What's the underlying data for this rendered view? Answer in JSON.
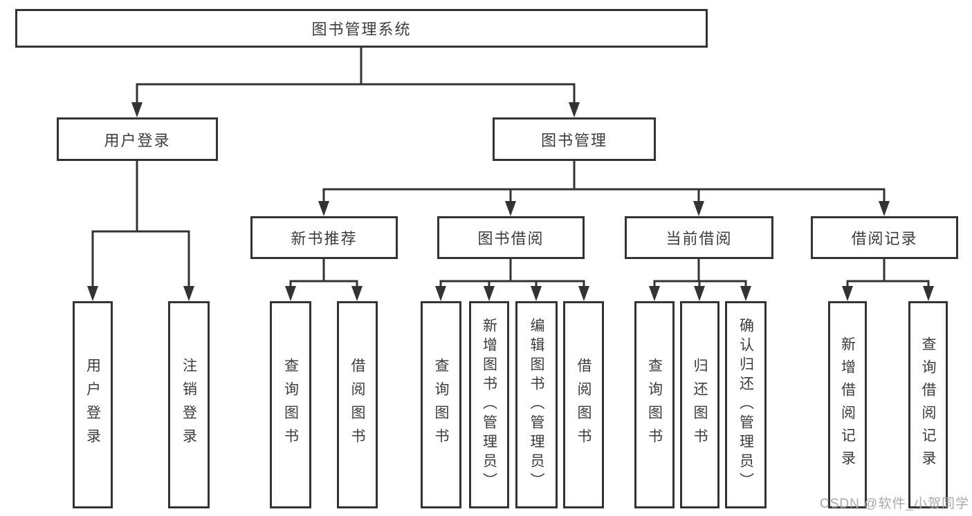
{
  "diagram": {
    "title": "图书管理系统",
    "root": {
      "label": "图书管理系统",
      "children": [
        {
          "label": "用户登录",
          "children": [
            {
              "label": "用户登录"
            },
            {
              "label": "注销登录"
            }
          ]
        },
        {
          "label": "图书管理",
          "children": [
            {
              "label": "新书推荐",
              "children": [
                {
                  "label": "查询图书"
                },
                {
                  "label": "借阅图书"
                }
              ]
            },
            {
              "label": "图书借阅",
              "children": [
                {
                  "label": "查询图书"
                },
                {
                  "label": "新增图书（管理员）"
                },
                {
                  "label": "编辑图书（管理员）"
                },
                {
                  "label": "借阅图书"
                }
              ]
            },
            {
              "label": "当前借阅",
              "children": [
                {
                  "label": "查询图书"
                },
                {
                  "label": "归还图书"
                },
                {
                  "label": "确认归还（管理员）"
                }
              ]
            },
            {
              "label": "借阅记录",
              "children": [
                {
                  "label": "新增借阅记录"
                },
                {
                  "label": "查询借阅记录"
                }
              ]
            }
          ]
        }
      ]
    }
  },
  "watermark": {
    "text": "CSDN @软件_小贺同学"
  },
  "colors": {
    "line": "#333333",
    "box_border": "#333333",
    "text": "#3c3c3c",
    "background": "#ffffff",
    "watermark": "#a9a9a9"
  }
}
